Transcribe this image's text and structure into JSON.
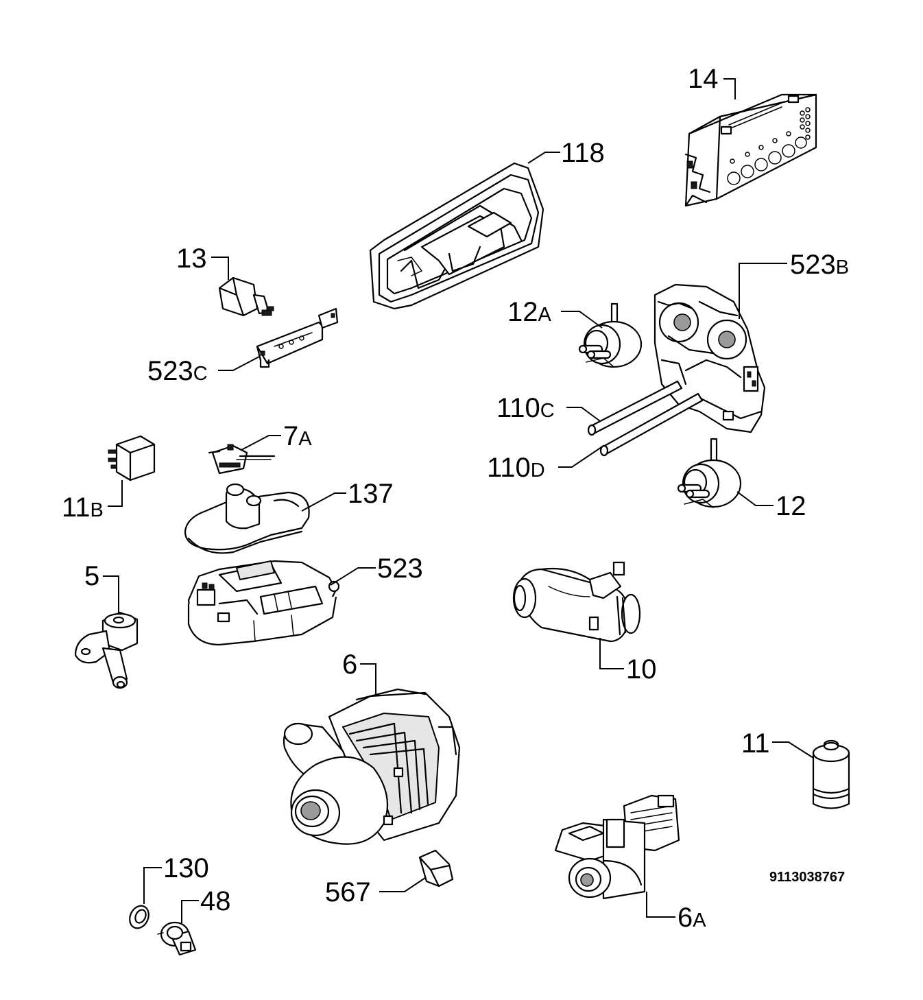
{
  "labels": {
    "p14": {
      "main": "14",
      "suffix": ""
    },
    "p118": {
      "main": "118",
      "suffix": ""
    },
    "p13": {
      "main": "13",
      "suffix": ""
    },
    "p523b": {
      "main": "523",
      "suffix": "B"
    },
    "p12a": {
      "main": "12",
      "suffix": "A"
    },
    "p523c": {
      "main": "523",
      "suffix": "C"
    },
    "p110c": {
      "main": "110",
      "suffix": "C"
    },
    "p7a": {
      "main": "7",
      "suffix": "A"
    },
    "p110d": {
      "main": "110",
      "suffix": "D"
    },
    "p137": {
      "main": "137",
      "suffix": ""
    },
    "p11b": {
      "main": "11",
      "suffix": "B"
    },
    "p12": {
      "main": "12",
      "suffix": ""
    },
    "p5": {
      "main": "5",
      "suffix": ""
    },
    "p523": {
      "main": "523",
      "suffix": ""
    },
    "p10": {
      "main": "10",
      "suffix": ""
    },
    "p6": {
      "main": "6",
      "suffix": ""
    },
    "p11": {
      "main": "11",
      "suffix": ""
    },
    "p130": {
      "main": "130",
      "suffix": ""
    },
    "p48": {
      "main": "48",
      "suffix": ""
    },
    "p567": {
      "main": "567",
      "suffix": ""
    },
    "p6a": {
      "main": "6",
      "suffix": "A"
    }
  },
  "diagram_code": "9113038767"
}
